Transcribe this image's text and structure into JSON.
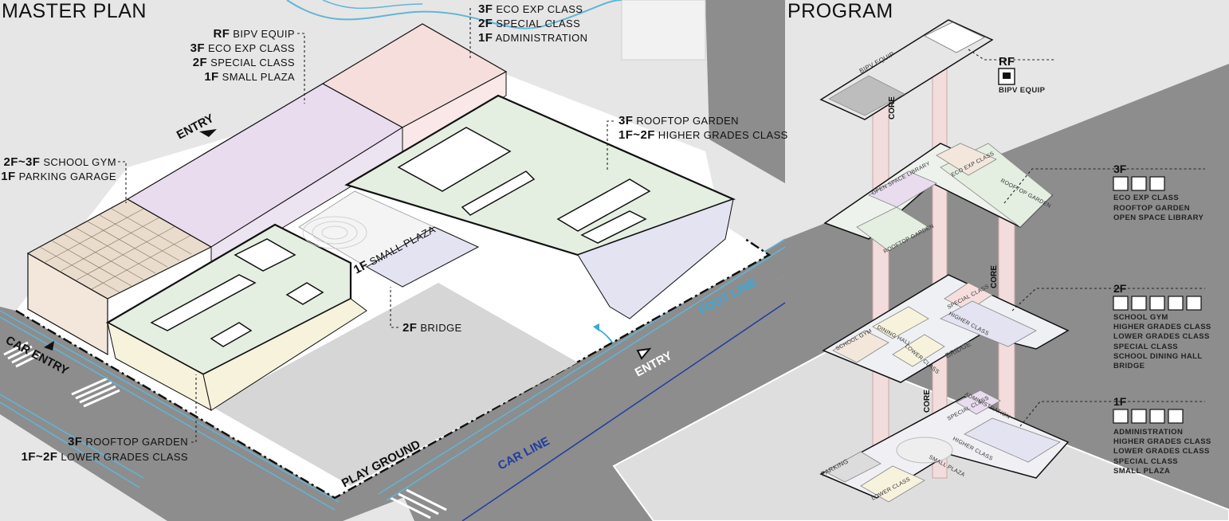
{
  "master_plan": {
    "title": "MASTER PLAN",
    "labels": {
      "rf_group": [
        {
          "lvl": "RF",
          "txt": "BIPV EQUIP"
        },
        {
          "lvl": "3F",
          "txt": "ECO EXP CLASS"
        },
        {
          "lvl": "2F",
          "txt": "SPECIAL CLASS"
        },
        {
          "lvl": "1F",
          "txt": "SMALL PLAZA"
        }
      ],
      "top_group": [
        {
          "lvl": "3F",
          "txt": "ECO EXP CLASS"
        },
        {
          "lvl": "2F",
          "txt": "SPECIAL CLASS"
        },
        {
          "lvl": "1F",
          "txt": "ADMINISTRATION"
        }
      ],
      "gym_group": [
        {
          "lvl": "2F~3F",
          "txt": "SCHOOL GYM"
        },
        {
          "lvl": "1F",
          "txt": "PARKING GARAGE"
        }
      ],
      "roof_group": [
        {
          "lvl": "3F",
          "txt": "ROOFTOP GARDEN"
        },
        {
          "lvl": "1F~2F",
          "txt": "HIGHER GRADES CLASS"
        }
      ],
      "lower_group": [
        {
          "lvl": "3F",
          "txt": "ROOFTOP GARDEN"
        },
        {
          "lvl": "1F~2F",
          "txt": "LOWER GRADES CLASS"
        }
      ],
      "bridge": {
        "lvl": "2F",
        "txt": "BRIDGE"
      },
      "small_plaza": {
        "lvl": "1F",
        "txt": "SMALL PLAZA"
      },
      "entry_top": "ENTRY",
      "entry_right": "ENTRY",
      "car_entry": "CAR ENTRY",
      "foot_line": "FOOT LINE",
      "car_line": "CAR LINE",
      "play_ground": "PLAY GROUND"
    }
  },
  "program": {
    "title": "PROGRAM",
    "rf": {
      "lvl": "RF",
      "items": [
        "BIPV EQUIP"
      ],
      "plate_label": "BIPV EQUIP",
      "core": "CORE"
    },
    "f3": {
      "lvl": "3F",
      "items": [
        "ECO EXP CLASS",
        "ROOFTOP GARDEN",
        "OPEN SPACE LIBRARY"
      ],
      "plate_labels": [
        "OPEN SPACE LIBRARY",
        "ECO EXP CLASS",
        "ROOFTOP GARDEN",
        "ROOFTOP GARDEN"
      ]
    },
    "f2": {
      "lvl": "2F",
      "items": [
        "SCHOOL GYM",
        "HIGHER GRADES CLASS",
        "LOWER GRADES CLASS",
        "SPECIAL CLASS",
        "SCHOOL DINING HALL",
        "BRIDGE"
      ],
      "plate_labels": [
        "SCHOOL GYM",
        "DINING HALL",
        "LOWER CLASS",
        "SPECIAL CLASS",
        "HIGHER CLASS",
        "BRIDGE"
      ],
      "core": "CORE"
    },
    "f1": {
      "lvl": "1F",
      "items": [
        "ADMINISTRATION",
        "HIGHER GRADES CLASS",
        "LOWER GRADES CLASS",
        "SPECIAL CLASS",
        "SMALL PLAZA"
      ],
      "plate_labels": [
        "PARKING",
        "LOWER CLASS",
        "SMALL PLAZA",
        "HIGHER CLASS",
        "SPECIAL CLASS",
        "ADMINISTRATION"
      ],
      "core": "CORE"
    }
  },
  "colors": {
    "ground": "#e6e6e6",
    "road": "#8d8d8d",
    "darkRoad": "#6f6f6f",
    "water": "#5fb6d8",
    "pink": "#f6dedd",
    "lilac": "#e8dcee",
    "green": "#e4eee1",
    "beige": "#f3e7dc",
    "yellow": "#f7f2dc",
    "lavender": "#e3e3f2",
    "core": "#f2dcdc",
    "footLine": "#3aa8d8",
    "carLine": "#1f3e9e"
  }
}
